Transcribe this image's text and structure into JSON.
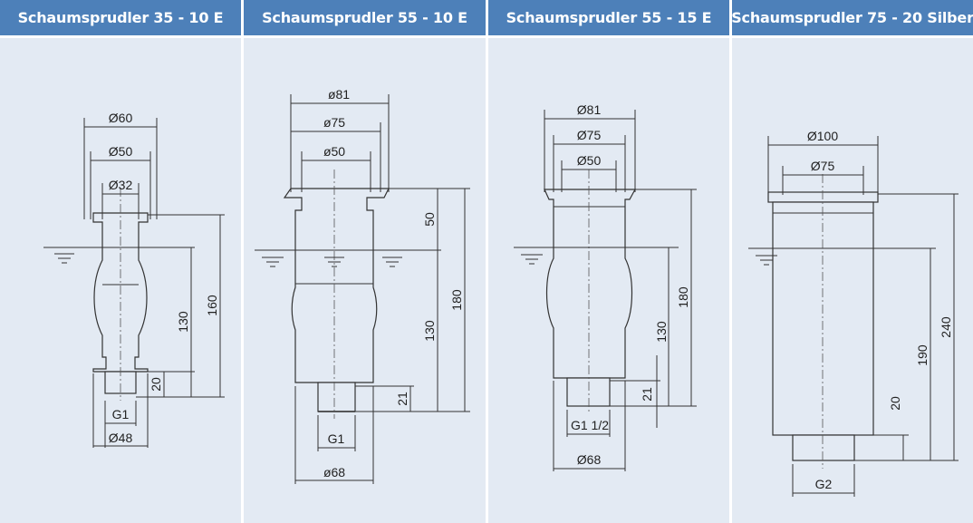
{
  "products": [
    {
      "title": "Schaumsprudler 35 - 10 E",
      "dims": {
        "d1": "Ø60",
        "d2": "Ø50",
        "d3": "Ø32",
        "h1": "160",
        "h2": "130",
        "h3": "20",
        "thread": "G1",
        "base": "Ø48"
      }
    },
    {
      "title": "Schaumsprudler 55 - 10 E",
      "dims": {
        "d1": "ø81",
        "d2": "ø75",
        "d3": "ø50",
        "h0": "50",
        "h1": "180",
        "h2": "130",
        "h3": "21",
        "thread": "G1",
        "base": "ø68"
      }
    },
    {
      "title": "Schaumsprudler 55 - 15 E",
      "dims": {
        "d1": "Ø81",
        "d2": "Ø75",
        "d3": "Ø50",
        "h1": "180",
        "h2": "130",
        "h3": "21",
        "thread": "G1 1/2",
        "base": "Ø68"
      }
    },
    {
      "title": "Schaumsprudler 75 - 20 Silber",
      "dims": {
        "d1": "Ø100",
        "d2": "Ø75",
        "h1": "240",
        "h2": "190",
        "h3": "20",
        "thread": "G2"
      }
    }
  ]
}
